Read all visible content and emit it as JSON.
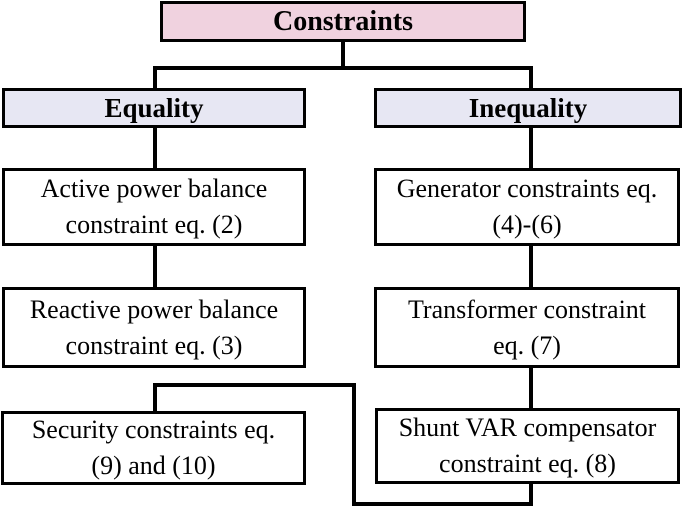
{
  "diagram": {
    "root": {
      "label": "Constraints"
    },
    "branches": {
      "equality": {
        "label": "Equality"
      },
      "inequality": {
        "label": "Inequality"
      }
    },
    "equality_boxes": [
      {
        "line1": "Active power balance",
        "line2": "constraint eq. (2)"
      },
      {
        "line1": "Reactive power balance",
        "line2": "constraint eq. (3)"
      },
      {
        "line1": "Security constraints eq.",
        "line2": "(9) and (10)"
      }
    ],
    "inequality_boxes": [
      {
        "line1": "Generator constraints eq.",
        "line2": "(4)-(6)"
      },
      {
        "line1": "Transformer constraint",
        "line2": "eq. (7)"
      },
      {
        "line1": "Shunt VAR compensator",
        "line2": "constraint eq. (8)"
      }
    ]
  },
  "colors": {
    "root_fill": "#f0d2df",
    "branch_fill": "#e7e7f3",
    "box_fill": "#ffffff",
    "line": "#000000",
    "text": "#000000"
  }
}
